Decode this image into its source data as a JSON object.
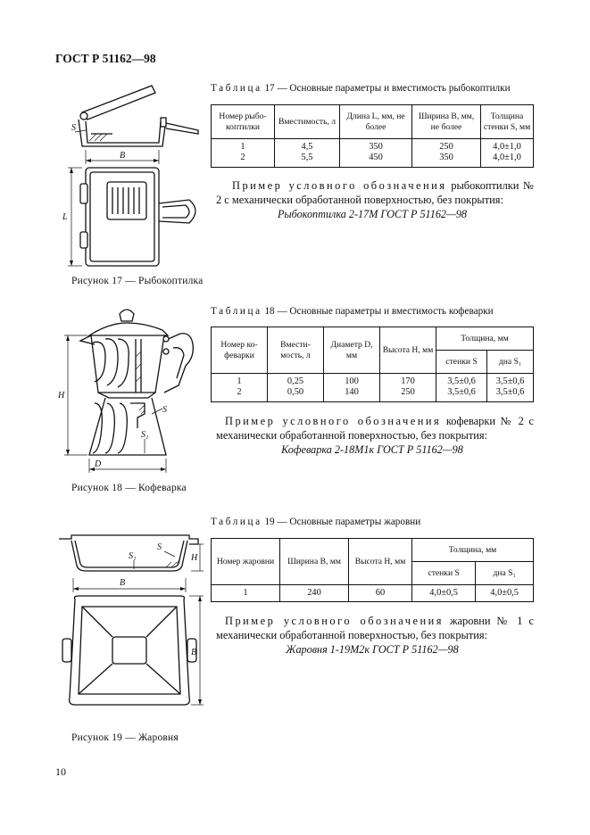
{
  "header": {
    "standard": "ГОСТ Р 51162—98"
  },
  "page_number": "10",
  "section17": {
    "table_caption_prefix": "Таблица",
    "table_caption_rest": "17 — Основные параметры и вместимость рыбокоптилки",
    "columns": [
      "Номер рыбо-коптилки",
      "Вместимость, л",
      "Длина L, мм, не более",
      "Ширина B, мм, не более",
      "Толщина стенки S, мм"
    ],
    "rows": [
      [
        "1\n2",
        "4,5\n5,5",
        "350\n450",
        "250\n350",
        "4,0±1,0\n4,0±1,0"
      ]
    ],
    "example_spaced": "Пример условного обозначения",
    "example_rest": "рыбокоптилки № 2 с механически обработанной поверхностью, без покрытия:",
    "designation": "Рыбокоптилка 2-17М ГОСТ Р 51162—98",
    "figure_caption": "Рисунок 17 — Рыбокоптилка",
    "dim_labels": {
      "s": "S",
      "b": "B",
      "l": "L"
    }
  },
  "section18": {
    "table_caption_prefix": "Таблица",
    "table_caption_rest": "18 — Основные параметры и вместимость кофеварки",
    "columns": [
      "Номер ко-феварки",
      "Вмести-мость, л",
      "Диаметр D, мм",
      "Высота H, мм",
      "Толщина, мм"
    ],
    "subcolumns": [
      "стенки S",
      "дна S₁"
    ],
    "rows": [
      [
        "1\n2",
        "0,25\n0,50",
        "100\n140",
        "170\n250",
        "3,5±0,6\n3,5±0,6",
        "3,5±0,6\n3,5±0,6"
      ]
    ],
    "example_spaced": "Пример условного обозначения",
    "example_rest": "кофеварки № 2 с механически обработанной поверхностью, без покрытия:",
    "designation": "Кофеварка 2-18М1к ГОСТ Р 51162—98",
    "figure_caption": "Рисунок 18 — Кофеварка",
    "dim_labels": {
      "h": "H",
      "s": "S",
      "s1": "S₁",
      "d": "D"
    }
  },
  "section19": {
    "table_caption_prefix": "Таблица",
    "table_caption_rest": "19 — Основные параметры жаровни",
    "columns": [
      "Номер жаровни",
      "Ширина B, мм",
      "Высота H, мм",
      "Толщина, мм"
    ],
    "subcolumns": [
      "стенки S",
      "дна S₁"
    ],
    "rows": [
      [
        "1",
        "240",
        "60",
        "4,0±0,5",
        "4,0±0,5"
      ]
    ],
    "example_spaced": "Пример условного обозначения",
    "example_rest": "жаровни № 1 с механически обработанной поверхностью, без покрытия:",
    "designation": "Жаровня 1-19М2к ГОСТ Р 51162—98",
    "figure_caption": "Рисунок 19 — Жаровня",
    "dim_labels": {
      "s1": "S₁",
      "s": "S",
      "h": "H",
      "b_top": "B",
      "b_side": "B"
    }
  }
}
